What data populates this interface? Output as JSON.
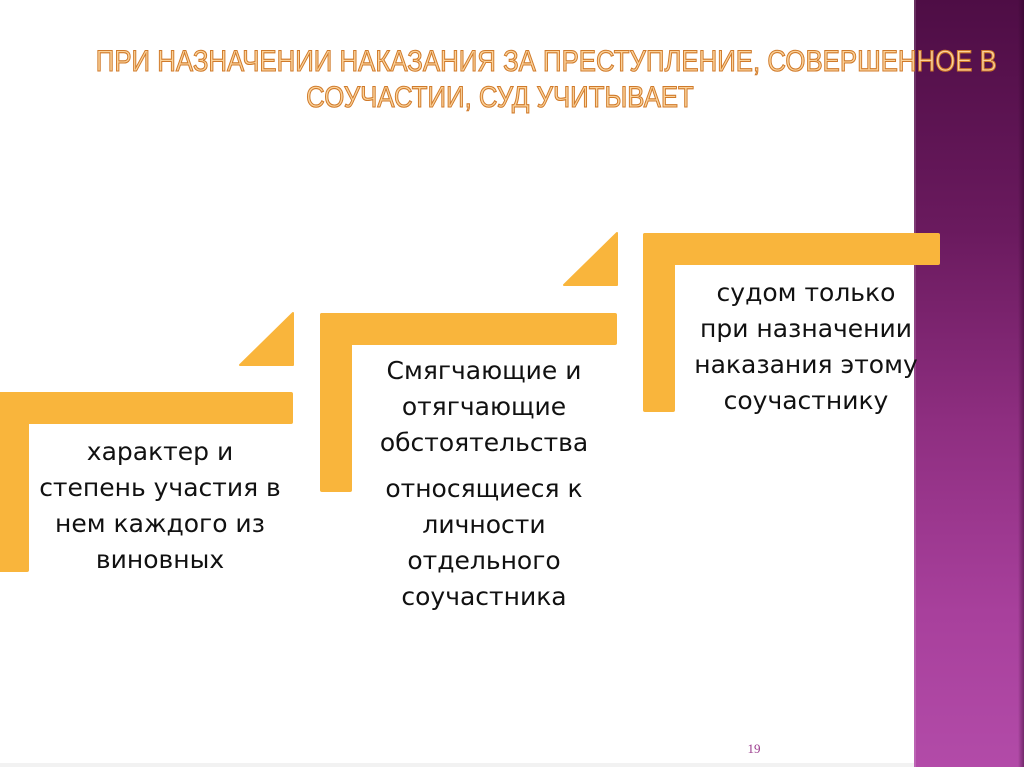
{
  "slide": {
    "title_lines": [
      "При назначении наказания за преступление, совершенное в",
      "соучастии, суд учитывает"
    ],
    "steps": [
      {
        "paragraphs": [
          "характер и степень участия в нем каждого из виновных"
        ]
      },
      {
        "paragraphs": [
          "Смягчающие и отягчающие обстоятельства",
          "относящиеся к личности отдельного соучастника"
        ]
      },
      {
        "paragraphs": [
          "судом только при назначении наказания этому соучастнику"
        ]
      }
    ],
    "page_number": "19"
  },
  "colors": {
    "accent_orange": "#f9b53c",
    "title_fill": "#fbd29a",
    "title_outline": "#d07a2a",
    "strip_top": "#4e0d45",
    "strip_bottom": "#b24ba8",
    "page_number": "#9a3a8c",
    "text": "#111111"
  },
  "icons": {
    "step_arrow": "triangle-arrow-icon"
  }
}
